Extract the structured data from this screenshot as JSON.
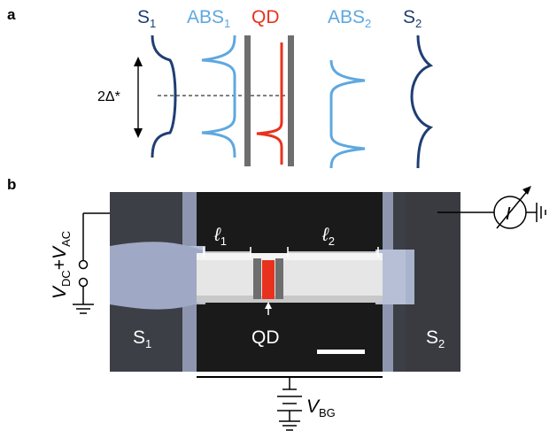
{
  "panel_a": {
    "label": "a",
    "gap_label": "2Δ*",
    "columns": [
      {
        "base": "S",
        "sub": "1",
        "color": "#1f3f73"
      },
      {
        "base": "ABS",
        "sub": "1",
        "color": "#5ea8e0"
      },
      {
        "base": "QD",
        "sub": "",
        "color": "#e8321e"
      },
      {
        "base": "ABS",
        "sub": "2",
        "color": "#5ea8e0"
      },
      {
        "base": "S",
        "sub": "2",
        "color": "#1f3f73"
      }
    ]
  },
  "panel_b": {
    "label": "b",
    "source_label": {
      "v": "V",
      "dc": "DC",
      "plus": "+",
      "v2": "V",
      "ac": "AC"
    },
    "meter_label": "I",
    "lead1": {
      "base": "ℓ",
      "sub": "1"
    },
    "lead2": {
      "base": "ℓ",
      "sub": "2"
    },
    "dot_label": "QD",
    "s1": {
      "base": "S",
      "sub": "1"
    },
    "s2": {
      "base": "S",
      "sub": "2"
    },
    "gate_label": {
      "v": "V",
      "sub": "BG"
    }
  },
  "colors": {
    "dark_blue": "#1f3f73",
    "light_blue": "#5ea8e0",
    "red": "#e8321e",
    "gray_barrier": "#6e6e6e"
  }
}
